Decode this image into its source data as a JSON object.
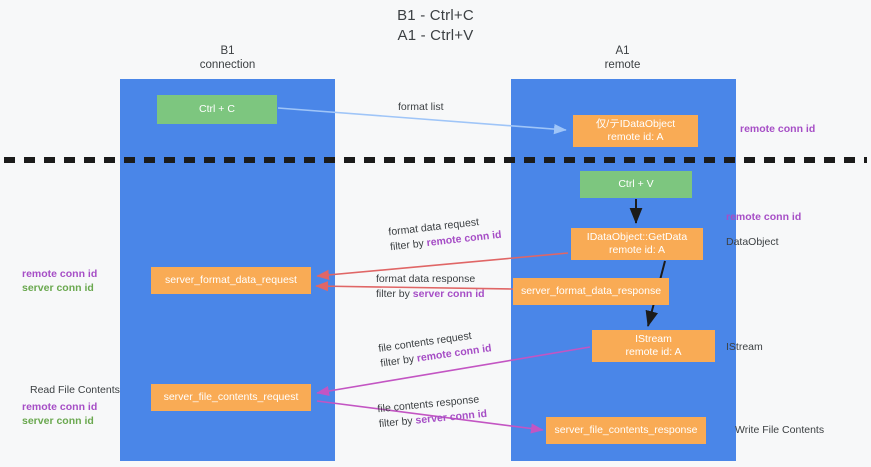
{
  "title": {
    "line1": "B1 - Ctrl+C",
    "line2": "A1 - Ctrl+V"
  },
  "lanes": [
    {
      "id": "b1",
      "name": "B1",
      "role": "connection",
      "color": "#4a86e8"
    },
    {
      "id": "a1",
      "name": "A1",
      "role": "remote",
      "color": "#4a86e8"
    }
  ],
  "nodes": {
    "ctrl_c": {
      "label": "Ctrl + C",
      "color": "#7dc67f"
    },
    "ctrl_v": {
      "label": "Ctrl + V",
      "color": "#7dc67f"
    },
    "idataobject": {
      "line1": "仅/テIDataObject",
      "line2": "remote id: A",
      "color": "#f9ab55"
    },
    "getdata": {
      "line1": "IDataObject::GetData",
      "line2": "remote id: A",
      "color": "#f9ab55"
    },
    "server_format_data_request": {
      "label": "server_format_data_request",
      "color": "#f9ab55"
    },
    "server_format_data_response": {
      "label": "server_format_data_response",
      "color": "#f9ab55"
    },
    "istream": {
      "line1": "IStream",
      "line2": "remote id: A",
      "color": "#f9ab55"
    },
    "server_file_contents_request": {
      "label": "server_file_contents_request",
      "color": "#f9ab55"
    },
    "server_file_contents_response": {
      "label": "server_file_contents_response",
      "color": "#f9ab55"
    }
  },
  "edges": {
    "format_list": {
      "label": "format list",
      "color": "#9fc5f8"
    },
    "format_data_request": {
      "label": "format data request",
      "filter_prefix": "filter by ",
      "filter_key": "remote conn id",
      "color": "#e06666"
    },
    "format_data_response": {
      "label": "format data response",
      "filter_prefix": "filter by ",
      "filter_key": "server conn id",
      "color": "#e06666"
    },
    "file_contents_request": {
      "label": "file contents request",
      "filter_prefix": "filter by ",
      "filter_key": "remote conn id",
      "color": "#c355c3"
    },
    "file_contents_response": {
      "label": "file contents response",
      "filter_prefix": "filter by ",
      "filter_key": "server conn id",
      "color": "#c355c3"
    }
  },
  "annotations": {
    "remote_conn_id_top": "remote conn id",
    "remote_conn_id_mid": "remote conn id",
    "dataobject": "DataObject",
    "istream": "IStream",
    "write_file_contents": "Write File Contents",
    "read_file_contents": "Read File Contents",
    "left_mid_remote": "remote conn id",
    "left_mid_server": "server conn id",
    "left_bottom_remote": "remote conn id",
    "left_bottom_server": "server conn id"
  },
  "colors": {
    "remote_conn_id": "#a64ec6",
    "server_conn_id": "#6aa84f",
    "lane": "#4a86e8",
    "node_orange": "#f9ab55",
    "node_green": "#7dc67f",
    "background": "#f7f8f9",
    "divider": "#1b1b1b"
  }
}
